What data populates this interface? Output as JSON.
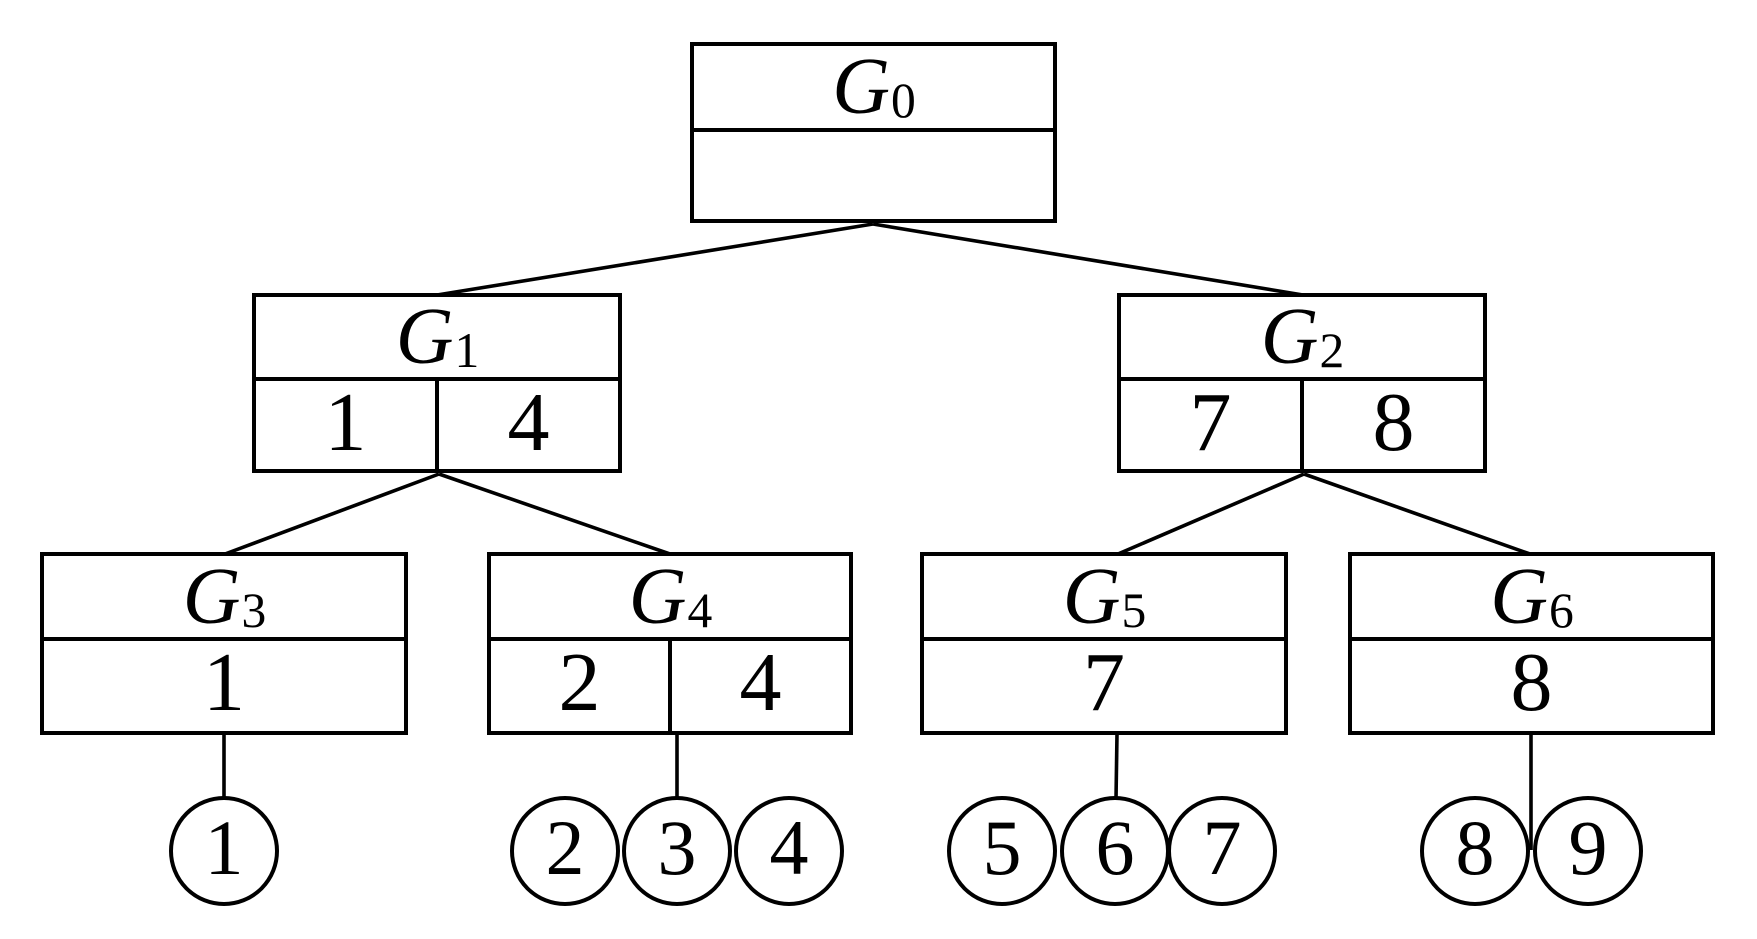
{
  "diagram": {
    "type": "tree",
    "colors": {
      "line": "#000000",
      "background": "#ffffff",
      "text": "#000000"
    },
    "nodes": [
      {
        "id": "G0",
        "label": "G",
        "subscript": "0",
        "cells": [
          ""
        ]
      },
      {
        "id": "G1",
        "label": "G",
        "subscript": "1",
        "cells": [
          "1",
          "4"
        ]
      },
      {
        "id": "G2",
        "label": "G",
        "subscript": "2",
        "cells": [
          "7",
          "8"
        ]
      },
      {
        "id": "G3",
        "label": "G",
        "subscript": "3",
        "cells": [
          "1"
        ]
      },
      {
        "id": "G4",
        "label": "G",
        "subscript": "4",
        "cells": [
          "2",
          "4"
        ]
      },
      {
        "id": "G5",
        "label": "G",
        "subscript": "5",
        "cells": [
          "7"
        ]
      },
      {
        "id": "G6",
        "label": "G",
        "subscript": "6",
        "cells": [
          "8"
        ]
      }
    ],
    "leaves": [
      {
        "parent": "G3",
        "values": [
          "1"
        ]
      },
      {
        "parent": "G4",
        "values": [
          "2",
          "3",
          "4"
        ]
      },
      {
        "parent": "G5",
        "values": [
          "5",
          "6",
          "7"
        ]
      },
      {
        "parent": "G6",
        "values": [
          "8",
          "9"
        ]
      }
    ],
    "edges": [
      [
        "G0",
        "G1"
      ],
      [
        "G0",
        "G2"
      ],
      [
        "G1",
        "G3"
      ],
      [
        "G1",
        "G4"
      ],
      [
        "G2",
        "G5"
      ],
      [
        "G2",
        "G6"
      ],
      [
        "G3",
        "leaf-1"
      ],
      [
        "G4",
        "leaf-3"
      ],
      [
        "G5",
        "leaf-6"
      ],
      [
        "G6",
        "leaf-8,9"
      ]
    ]
  }
}
